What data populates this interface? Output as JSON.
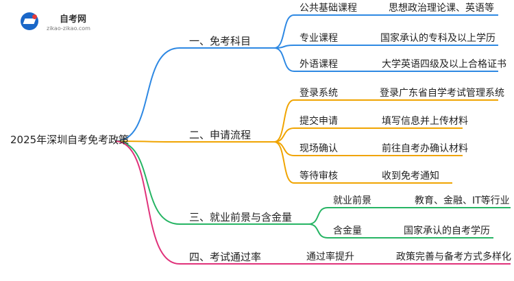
{
  "logo": {
    "title": "自考网",
    "url": "zikao-zikao.com"
  },
  "root": {
    "label": "2025年深圳自考免考政策"
  },
  "branches": [
    {
      "label": "一、免考科目",
      "color": "#2d88e3",
      "children": [
        {
          "label": "公共基础课程",
          "detail": "思想政治理论课、英语等"
        },
        {
          "label": "专业课程",
          "detail": "国家承认的专科及以上学历"
        },
        {
          "label": "外语课程",
          "detail": "大学英语四级及以上合格证书"
        }
      ]
    },
    {
      "label": "二、申请流程",
      "color": "#f0a400",
      "children": [
        {
          "label": "登录系统",
          "detail": "登录广东省自学考试管理系统"
        },
        {
          "label": "提交申请",
          "detail": "填写信息并上传材料"
        },
        {
          "label": "现场确认",
          "detail": "前往自考办确认材料"
        },
        {
          "label": "等待审核",
          "detail": "收到免考通知"
        }
      ]
    },
    {
      "label": "三、就业前景与含金量",
      "color": "#25b463",
      "children": [
        {
          "label": "就业前景",
          "detail": "教育、金融、IT等行业"
        },
        {
          "label": "含金量",
          "detail": "国家承认的自考学历"
        }
      ]
    },
    {
      "label": "四、考试通过率",
      "color": "#e0317a",
      "children": [
        {
          "label": "通过率提升",
          "detail": "政策完善与备考方式多样化"
        }
      ]
    }
  ]
}
